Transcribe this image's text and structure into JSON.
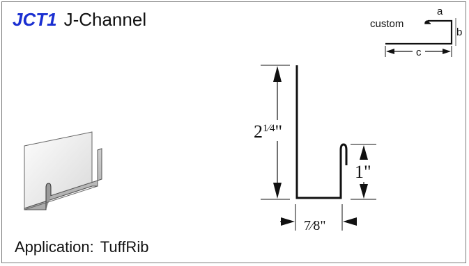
{
  "title": {
    "code": "JCT1",
    "name": "J-Channel"
  },
  "application": {
    "label": "Application:",
    "value": "TuffRib"
  },
  "legend": {
    "custom_label": "custom",
    "a": "a",
    "b": "b",
    "c": "c"
  },
  "dimensions": {
    "height_whole": "2",
    "height_fraction": "1⁄4",
    "height_unit": "\"",
    "width_fraction": "7⁄8",
    "width_unit": "\"",
    "return_height": "1\""
  },
  "colors": {
    "title_code": "#1a2fd1",
    "line": "#111111",
    "profile_face": "#e9e9e9"
  }
}
